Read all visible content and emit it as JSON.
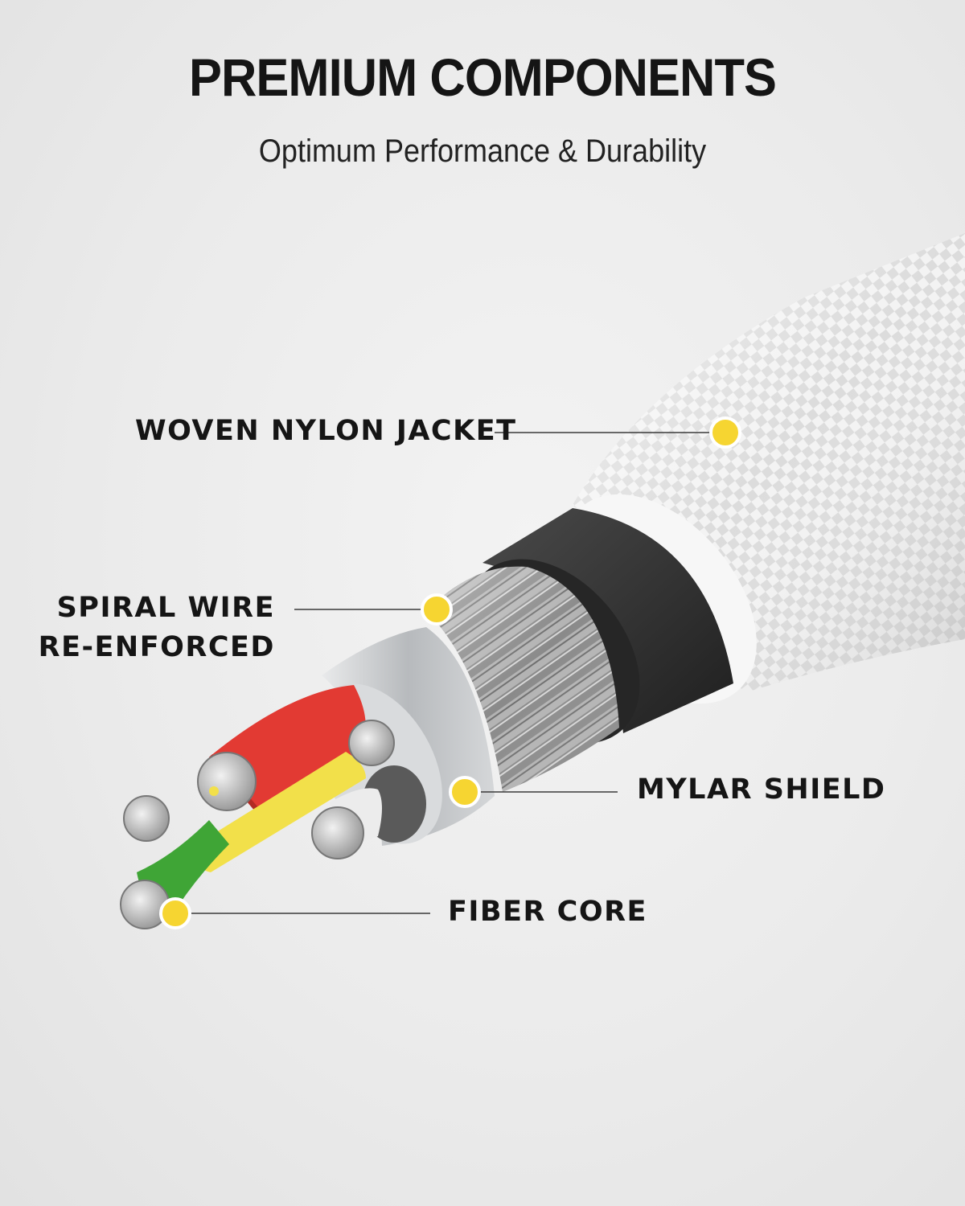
{
  "header": {
    "title": "PREMIUM COMPONENTS",
    "subtitle": "Optimum Performance & Durability"
  },
  "callouts": {
    "woven_nylon_jacket": "WOVEN NYLON JACKET",
    "spiral_wire_line1": "SPIRAL WIRE",
    "spiral_wire_line2": "RE-ENFORCED",
    "mylar_shield": "MYLAR SHIELD",
    "fiber_core": "FIBER CORE"
  },
  "colors": {
    "marker": "#f6d531",
    "jacket": "#f4f4f4",
    "inner_sheath": "#2e2e2e",
    "spiral_wire": "#9a9a9a",
    "mylar": "#bfc2c5",
    "wire_red": "#e23a33",
    "wire_yellow": "#f2e04a",
    "wire_green": "#3fa536",
    "wire_white": "#ececec",
    "text": "#151515"
  }
}
